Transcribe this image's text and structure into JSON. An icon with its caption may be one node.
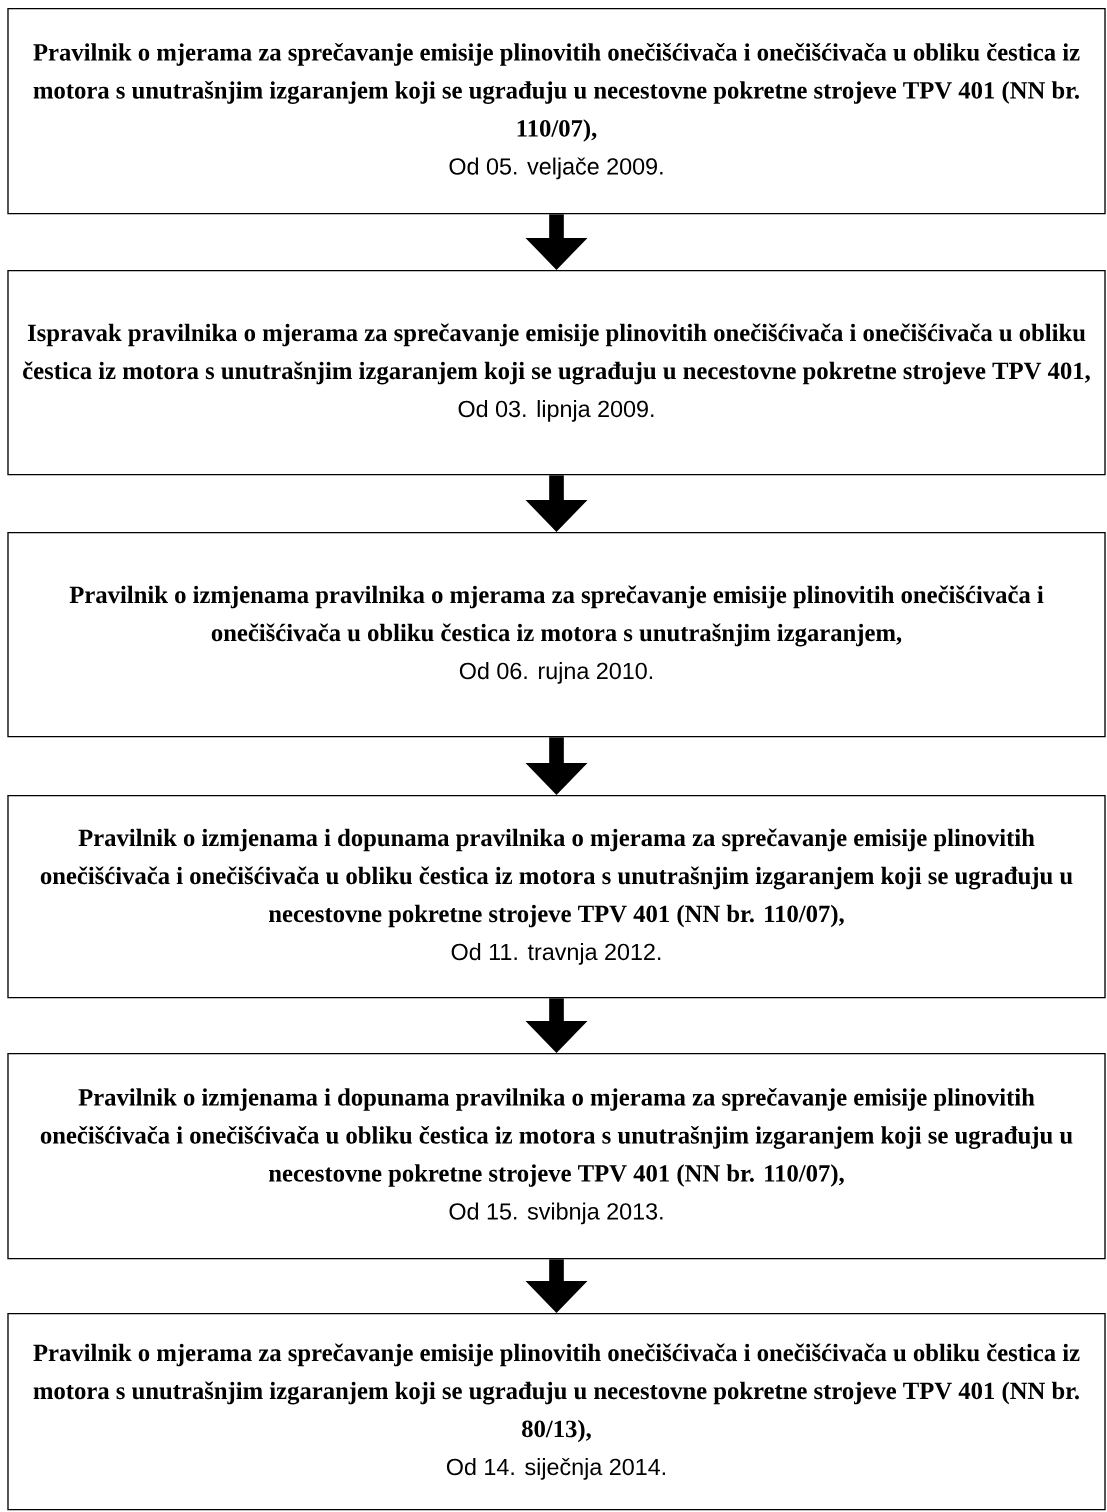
{
  "diagram": {
    "nodes": [
      {
        "text": [
          "Pravilnik o mjerama za sprečavanje emisije plinovitih onečišćivača i onečišćivača u obliku čestica iz motora s unutrašnjim izgaranjem koji se ugrađuju u necestovne pokretne strojeve TPV 401 (NN br. 110/07),",
          "Od 05. veljače 2009."
        ]
      },
      {
        "text": [
          "Ispravak pravilnika o mjerama za sprečavanje emisije plinovitih onečišćivača i onečišćivača u obliku čestica iz motora s unutrašnjim izgaranjem koji se ugrađuju u necestovne pokretne strojeve TPV 401,",
          "Od 03. lipnja 2009."
        ]
      },
      {
        "text": [
          "Pravilnik o izmjenama pravilnika o mjerama za sprečavanje emisije plinovitih onečišćivača i onečišćivača u obliku čestica iz motora s unutrašnjim izgaranjem,",
          "Od 06. rujna 2010."
        ]
      },
      {
        "text": [
          "Pravilnik o izmjenama i dopunama pravilnika o mjerama za sprečavanje emisije plinovitih onečišćivača i onečišćivača u obliku čestica iz motora s unutrašnjim izgaranjem koji se ugrađuju u necestovne pokretne strojeve TPV 401 (NN br. 110/07),",
          "Od 11. travnja 2012."
        ]
      },
      {
        "text": [
          "Pravilnik o izmjenama i dopunama pravilnika o mjerama za sprečavanje emisije plinovitih onečišćivača i onečišćivača u obliku čestica iz motora s unutrašnjim izgaranjem koji se ugrađuju u necestovne pokretne strojeve TPV 401 (NN br. 110/07),",
          "Od 15. svibnja 2013."
        ]
      },
      {
        "text": [
          "Pravilnik o mjerama za sprečavanje emisije plinovitih onečišćivača i onečišćivača u obliku čestica iz motora s unutrašnjim izgaranjem koji se ugrađuju u necestovne pokretne strojeve TPV 401 (NN br. 80/13),",
          "Od 14. siječnja 2014."
        ]
      }
    ],
    "edges": [
      {
        "from": 0,
        "to": 1,
        "arrow": "to"
      },
      {
        "from": 1,
        "to": 2,
        "arrow": "to"
      },
      {
        "from": 2,
        "to": 3,
        "arrow": "to"
      },
      {
        "from": 3,
        "to": 4,
        "arrow": "to"
      },
      {
        "from": 4,
        "to": 5,
        "arrow": "to"
      }
    ]
  }
}
